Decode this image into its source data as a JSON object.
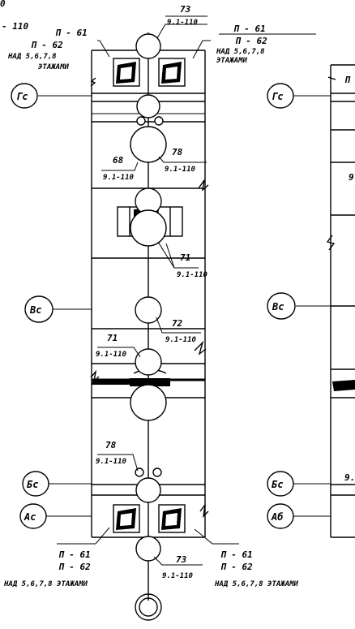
{
  "header": {
    "top_left_line1": "0",
    "top_left_line2": "- 110"
  },
  "marks": {
    "p61": "П - 61",
    "p62": "П - 62",
    "above_short": "НАД 5,6,7,8",
    "above_floors": "ЭТАЖАМИ",
    "above_long": "НАД 5,6,7,8 ЭТАЖАМИ",
    "above_long_tail": "НАД 5,6,7,8 ЭТАЖАМИ"
  },
  "refs": [
    {
      "num": "73",
      "sheet": "9.1-110"
    },
    {
      "num": "68",
      "sheet": "9.1-110"
    },
    {
      "num": "78",
      "sheet": "9.1-110"
    },
    {
      "num": "71",
      "sheet": "9.1-110"
    },
    {
      "num": "71",
      "sheet": "9.1-110"
    },
    {
      "num": "72",
      "sheet": "9.1-110"
    },
    {
      "num": "78",
      "sheet": "9.1-110"
    },
    {
      "num": "73",
      "sheet": "9.1-110"
    }
  ],
  "axes": {
    "left": [
      "Гс",
      "Вс",
      "Бс",
      "Ас"
    ],
    "right": [
      "Гс",
      "Вс",
      "Бс",
      "Аб"
    ]
  },
  "edge_fragments": {
    "right_g": "П",
    "right_mid": "9",
    "right_low": "9."
  }
}
